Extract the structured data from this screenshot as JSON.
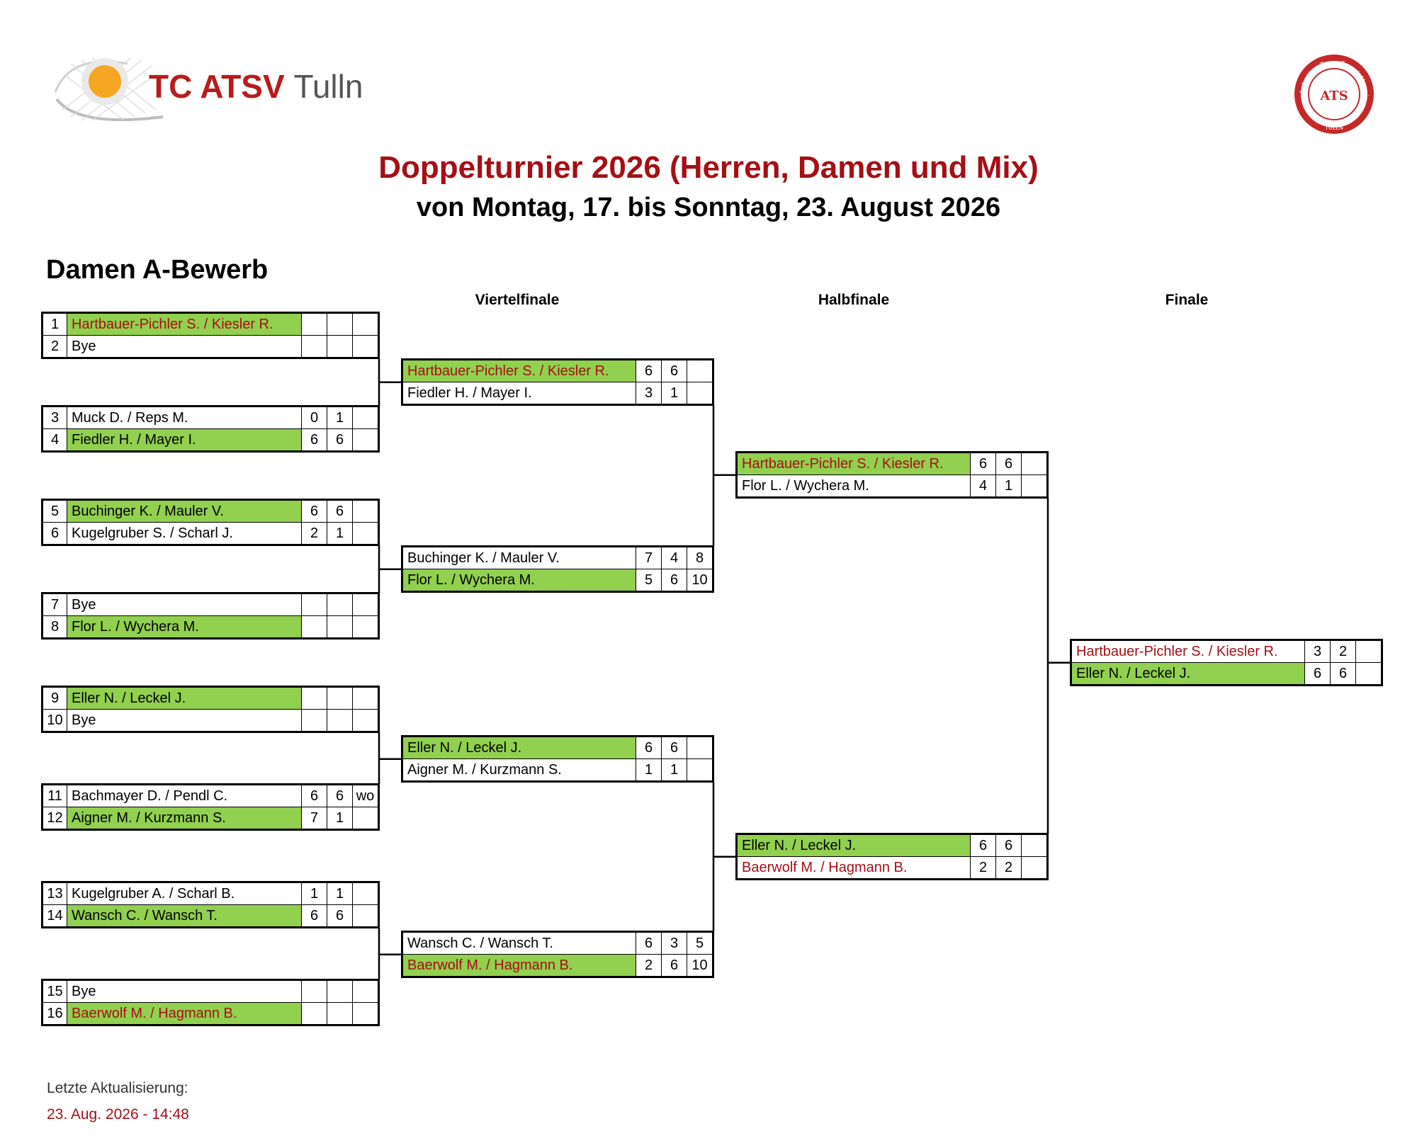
{
  "logo": {
    "club": "TC ATSV",
    "town": "Tulln"
  },
  "seal": {
    "ring": "Arbeiter-Turn-Sport-Verein",
    "bottom": "TULLN",
    "monogram": "ATS"
  },
  "header": {
    "title": "Doppelturnier 2026 (Herren, Damen und Mix)",
    "subtitle": "von Montag, 17. bis Sonntag, 23. August 2026"
  },
  "section": "Damen A-Bewerb",
  "rounds": {
    "qf": "Viertelfinale",
    "sf": "Halbfinale",
    "f": "Finale"
  },
  "colors": {
    "winner_bg": "#92d050",
    "highlight_text": "#a50f15",
    "title": "#a50f15"
  },
  "first_round": [
    {
      "rows": [
        {
          "seed": "1",
          "team": "Hartbauer-Pichler S.  / Kiesler R.",
          "win": true,
          "red": true,
          "scores": [
            "",
            "",
            ""
          ]
        },
        {
          "seed": "2",
          "team": "Bye",
          "win": false,
          "red": false,
          "scores": [
            "",
            "",
            ""
          ]
        }
      ]
    },
    {
      "rows": [
        {
          "seed": "3",
          "team": "Muck D. / Reps M.",
          "win": false,
          "red": false,
          "scores": [
            "0",
            "1",
            ""
          ]
        },
        {
          "seed": "4",
          "team": "Fiedler H. / Mayer I.",
          "win": true,
          "red": false,
          "scores": [
            "6",
            "6",
            ""
          ]
        }
      ]
    },
    {
      "rows": [
        {
          "seed": "5",
          "team": "Buchinger K. / Mauler V.",
          "win": true,
          "red": false,
          "scores": [
            "6",
            "6",
            ""
          ]
        },
        {
          "seed": "6",
          "team": "Kugelgruber S. / Scharl J.",
          "win": false,
          "red": false,
          "scores": [
            "2",
            "1",
            ""
          ]
        }
      ]
    },
    {
      "rows": [
        {
          "seed": "7",
          "team": "Bye",
          "win": false,
          "red": false,
          "scores": [
            "",
            "",
            ""
          ]
        },
        {
          "seed": "8",
          "team": "Flor L. / Wychera M.",
          "win": true,
          "red": false,
          "scores": [
            "",
            "",
            ""
          ]
        }
      ]
    },
    {
      "rows": [
        {
          "seed": "9",
          "team": "Eller N. / Leckel J.",
          "win": true,
          "red": false,
          "scores": [
            "",
            "",
            ""
          ]
        },
        {
          "seed": "10",
          "team": "Bye",
          "win": false,
          "red": false,
          "scores": [
            "",
            "",
            ""
          ]
        }
      ]
    },
    {
      "rows": [
        {
          "seed": "11",
          "team": "Bachmayer D. / Pendl C.",
          "win": false,
          "red": false,
          "scores": [
            "6",
            "6",
            "wo"
          ]
        },
        {
          "seed": "12",
          "team": "Aigner M. / Kurzmann S.",
          "win": true,
          "red": false,
          "scores": [
            "7",
            "1",
            ""
          ]
        }
      ]
    },
    {
      "rows": [
        {
          "seed": "13",
          "team": "Kugelgruber A. / Scharl B.",
          "win": false,
          "red": false,
          "scores": [
            "1",
            "1",
            ""
          ]
        },
        {
          "seed": "14",
          "team": "Wansch C. / Wansch T.",
          "win": true,
          "red": false,
          "scores": [
            "6",
            "6",
            ""
          ]
        }
      ]
    },
    {
      "rows": [
        {
          "seed": "15",
          "team": "Bye",
          "win": false,
          "red": false,
          "scores": [
            "",
            "",
            ""
          ]
        },
        {
          "seed": "16",
          "team": "Baerwolf M. / Hagmann B.",
          "win": true,
          "red": true,
          "scores": [
            "",
            "",
            ""
          ]
        }
      ]
    }
  ],
  "quarterfinals": [
    {
      "rows": [
        {
          "team": "Hartbauer-Pichler S.  / Kiesler R.",
          "win": true,
          "red": true,
          "scores": [
            "6",
            "6",
            ""
          ]
        },
        {
          "team": "Fiedler H. / Mayer I.",
          "win": false,
          "red": false,
          "scores": [
            "3",
            "1",
            ""
          ]
        }
      ]
    },
    {
      "rows": [
        {
          "team": "Buchinger K. / Mauler V.",
          "win": false,
          "red": false,
          "scores": [
            "7",
            "4",
            "8"
          ]
        },
        {
          "team": "Flor L. / Wychera M.",
          "win": true,
          "red": false,
          "scores": [
            "5",
            "6",
            "10"
          ]
        }
      ]
    },
    {
      "rows": [
        {
          "team": "Eller N. / Leckel J.",
          "win": true,
          "red": false,
          "scores": [
            "6",
            "6",
            ""
          ]
        },
        {
          "team": "Aigner M. / Kurzmann S.",
          "win": false,
          "red": false,
          "scores": [
            "1",
            "1",
            ""
          ]
        }
      ]
    },
    {
      "rows": [
        {
          "team": "Wansch C. / Wansch T.",
          "win": false,
          "red": false,
          "scores": [
            "6",
            "3",
            "5"
          ]
        },
        {
          "team": "Baerwolf M. / Hagmann B.",
          "win": true,
          "red": true,
          "scores": [
            "2",
            "6",
            "10"
          ]
        }
      ]
    }
  ],
  "semifinals": [
    {
      "rows": [
        {
          "team": "Hartbauer-Pichler S.  / Kiesler R.",
          "win": true,
          "red": true,
          "scores": [
            "6",
            "6",
            ""
          ]
        },
        {
          "team": "Flor L. / Wychera M.",
          "win": false,
          "red": false,
          "scores": [
            "4",
            "1",
            ""
          ]
        }
      ]
    },
    {
      "rows": [
        {
          "team": "Eller N. / Leckel J.",
          "win": true,
          "red": false,
          "scores": [
            "6",
            "6",
            ""
          ]
        },
        {
          "team": "Baerwolf M. / Hagmann B.",
          "win": false,
          "red": true,
          "scores": [
            "2",
            "2",
            ""
          ]
        }
      ]
    }
  ],
  "final": [
    {
      "rows": [
        {
          "team": "Hartbauer-Pichler S.  / Kiesler R.",
          "win": false,
          "red": true,
          "scores": [
            "3",
            "2",
            ""
          ]
        },
        {
          "team": "Eller N. / Leckel J.",
          "win": true,
          "red": false,
          "scores": [
            "6",
            "6",
            ""
          ]
        }
      ]
    }
  ],
  "footer": {
    "updated_label": "Letzte Aktualisierung:",
    "updated_value": "23. Aug. 2026 - 14:48"
  }
}
